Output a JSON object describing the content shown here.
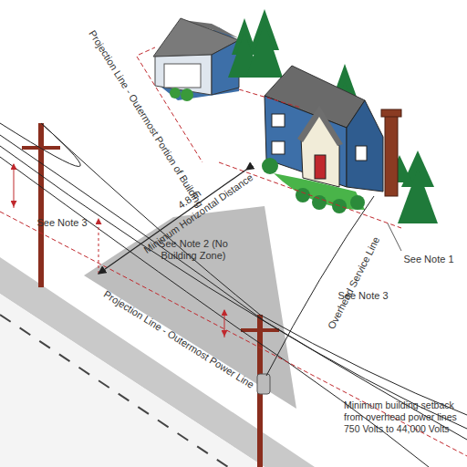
{
  "diagram": {
    "caption": "Minimum building setback from overhead power lines 750 Volts to 44,000 Volts",
    "labels": [
      "Projection Line - Outermost Portion of Building",
      "4.8 m",
      "Minimum Horizontal Distance",
      "See Note 2 (No Building Zone)",
      "See Note 3",
      "Overhead Service Line",
      "See Note 1",
      "See Note 3",
      "Projection Line - Outermost Power Line"
    ]
  }
}
